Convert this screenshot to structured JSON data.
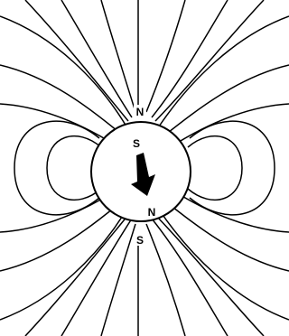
{
  "diagram": {
    "labels": {
      "outer_top": "N",
      "outer_bottom": "S",
      "inner_top": "S",
      "inner_bottom": "N"
    }
  }
}
